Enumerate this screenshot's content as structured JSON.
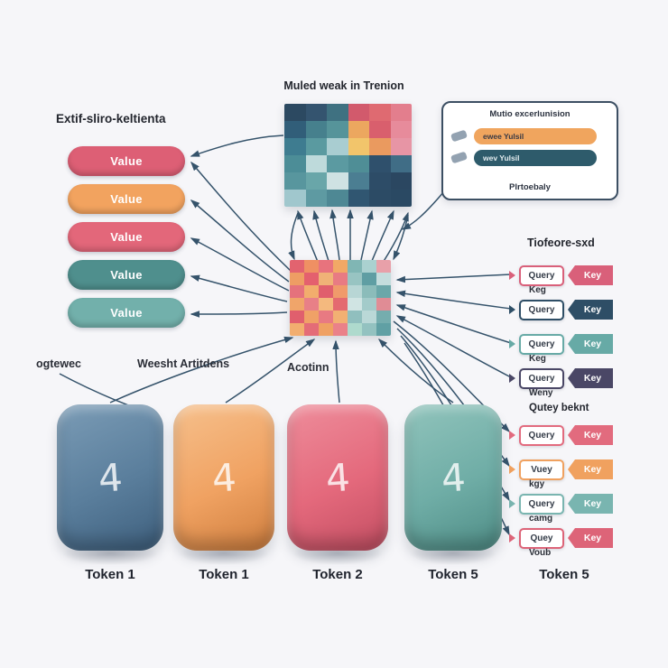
{
  "colors": {
    "background": "#f6f6f9",
    "arrow": "#35536b"
  },
  "top_matrix": {
    "title": "Muled weak in Trenion",
    "rows": [
      [
        "#2c4961",
        "#34546f",
        "#3f7181",
        "#d25a6c",
        "#df6a71",
        "#e37e8d"
      ],
      [
        "#315e79",
        "#46808d",
        "#56949a",
        "#eca75f",
        "#d95f6d",
        "#e78b9b"
      ],
      [
        "#3e7c90",
        "#5a9aa0",
        "#a9cdd1",
        "#f2c56b",
        "#ea9a5f",
        "#e795a5"
      ],
      [
        "#4c8d97",
        "#bedadb",
        "#5b9aa1",
        "#4f8e96",
        "#2f506c",
        "#406d86"
      ],
      [
        "#58969e",
        "#69a6a9",
        "#cfe2e3",
        "#4b7e92",
        "#2d4c67",
        "#2b4761"
      ],
      [
        "#a0c7cd",
        "#5e9aa2",
        "#4e8894",
        "#305671",
        "#2c4b65",
        "#2a4963"
      ]
    ]
  },
  "center_matrix": {
    "rows": [
      [
        "#e2636f",
        "#ef9063",
        "#e8737d",
        "#f2a866",
        "#80b6b4",
        "#aad1d0",
        "#e8a0a9"
      ],
      [
        "#ee9d64",
        "#e4606e",
        "#f0b277",
        "#e87b83",
        "#98c4c2",
        "#5f9ea3",
        "#c4dddd"
      ],
      [
        "#e5727c",
        "#f2ad6d",
        "#e05f6d",
        "#f09a6b",
        "#b8d6d5",
        "#8bbcba",
        "#6ba7a9"
      ],
      [
        "#f0a56a",
        "#e88087",
        "#f4b97e",
        "#e46a70",
        "#d0e4e3",
        "#a3cbca",
        "#e08c95"
      ],
      [
        "#e05f6d",
        "#f0a167",
        "#e87a82",
        "#f2b073",
        "#90bfbe",
        "#bad8d7",
        "#75adae"
      ],
      [
        "#f2ae6f",
        "#e46c77",
        "#efa163",
        "#ea8189",
        "#aedacd",
        "#93c2c0",
        "#60a0a4"
      ]
    ]
  },
  "self_attention_label": "Extif-sliro-keltienta",
  "values": [
    {
      "label": "Value",
      "color": "#dd5f75"
    },
    {
      "label": "Value",
      "color": "#f2a35f"
    },
    {
      "label": "Value",
      "color": "#e3677a"
    },
    {
      "label": "Value",
      "color": "#4f8f8d"
    },
    {
      "label": "Value",
      "color": "#72b0ab"
    }
  ],
  "legend_panel": {
    "title": "Mutio excerlunision",
    "bars": [
      {
        "label": "ewee Yulsil",
        "color": "#f0a55e",
        "text_color": "#3a3a44"
      },
      {
        "label": "wev Yulsil",
        "color": "#2e5b6b",
        "text_color": "#e3ecef"
      }
    ],
    "caption": "Plrtoebaly"
  },
  "right_header": "Tiofeore-sxd",
  "query_rows_top": [
    {
      "query": "Query",
      "key": "Key",
      "color": "#d9607a",
      "sub": "Keg"
    },
    {
      "query": "Query",
      "key": "Key",
      "color": "#2e4e66",
      "sub": ""
    },
    {
      "query": "Query",
      "key": "Key",
      "color": "#67aaa6",
      "sub": "Keg"
    },
    {
      "query": "Query",
      "key": "Key",
      "color": "#4a4766",
      "sub": "Weny"
    }
  ],
  "query_section_label": "Qutey beknt",
  "query_rows_bottom": [
    {
      "query": "Query",
      "key": "Key",
      "color": "#e26b7e",
      "sub": ""
    },
    {
      "query": "Vuey",
      "key": "Key",
      "color": "#f0a15f",
      "sub": "kgy"
    },
    {
      "query": "Query",
      "key": "Key",
      "color": "#79b5b0",
      "sub": "camg"
    },
    {
      "query": "Quey",
      "key": "Key",
      "color": "#dd6478",
      "sub": "Voub"
    }
  ],
  "mid_labels": {
    "left": "ogtewec",
    "center": "Weesht Artitdens",
    "right": "Acotinn"
  },
  "tokens": [
    {
      "label": "Token 1",
      "glyph": "4",
      "base": "#5a7e9c",
      "light": "#7b9cb6",
      "dark": "#3e5f7d"
    },
    {
      "label": "Token 1",
      "glyph": "4",
      "base": "#f0a262",
      "light": "#f6c08c",
      "dark": "#cf7e3e"
    },
    {
      "label": "Token 2",
      "glyph": "4",
      "base": "#e4697c",
      "light": "#ee8d9b",
      "dark": "#c24e62"
    },
    {
      "label": "Token 5",
      "glyph": "4",
      "base": "#6fada6",
      "light": "#91c4bc",
      "dark": "#4e8c85"
    }
  ],
  "extra_token_label": "Token 5"
}
